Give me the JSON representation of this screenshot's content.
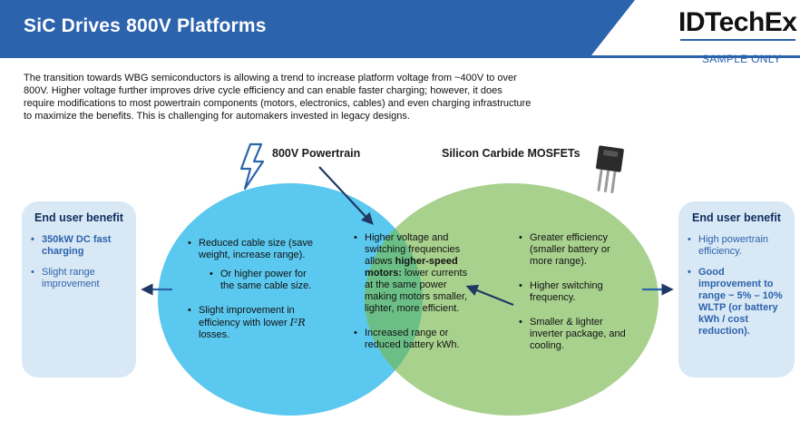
{
  "header": {
    "title": "SiC Drives 800V Platforms",
    "brand": "IDTechEx",
    "sample": "SAMPLE ONLY"
  },
  "intro": "The transition towards WBG semiconductors is allowing a trend to increase platform voltage from ~400V to over 800V. Higher voltage further improves drive cycle efficiency and can enable faster charging; however, it does require modifications to most powertrain components (motors, electronics, cables) and even charging infrastructure to maximize the benefits. This is challenging for automakers invested in legacy designs.",
  "venn": {
    "left_label": "800V Powertrain",
    "right_label": "Silicon Carbide MOSFETs",
    "left_items": [
      "Reduced cable size (save weight, increase range).",
      "Or higher power for the same cable size.",
      "Slight improvement in efficiency with lower "
    ],
    "left_loss_symbol": "I²R",
    "left_loss_suffix": " losses.",
    "overlap_items": {
      "first_pre": "Higher voltage and switching frequencies allows ",
      "first_bold": "higher-speed motors:",
      "first_post": " lower currents at the same power making motors smaller, lighter, more efficient.",
      "second": "Increased range or reduced battery kWh."
    },
    "right_items": [
      "Greater efficiency (smaller battery or more range).",
      "Higher switching frequency.",
      "Smaller & lighter inverter package, and cooling."
    ],
    "colors": {
      "left": "#5bc8ef",
      "right": "#a9d18e",
      "overlap": "#6bbf86",
      "accent": "#2c63ad",
      "arrow": "#1f3864"
    }
  },
  "left_box": {
    "title": "End user benefit",
    "items": [
      "350kW DC fast charging",
      "Slight range improvement"
    ]
  },
  "right_box": {
    "title": "End user benefit",
    "items": [
      "High powertrain efficiency.",
      "Good improvement to range ~ 5% – 10% WLTP (or battery kWh / cost reduction)."
    ]
  },
  "icons": {
    "lightning": "lightning-bolt-icon",
    "mosfet": "mosfet-chip-icon"
  }
}
